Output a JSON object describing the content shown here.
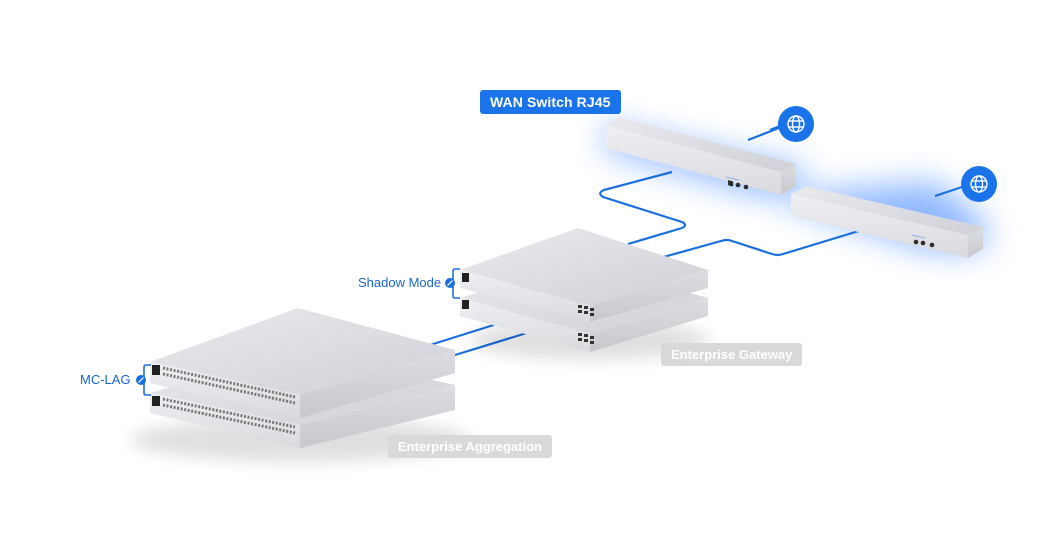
{
  "diagram": {
    "nodes": [
      {
        "id": "wan-switch-1",
        "label": "WAN Switch RJ45",
        "type": "wan-switch",
        "highlighted": true
      },
      {
        "id": "wan-switch-2",
        "label": "",
        "type": "wan-switch",
        "highlighted": true
      },
      {
        "id": "enterprise-gateway",
        "label": "Enterprise Gateway",
        "type": "gateway",
        "stacked": 2
      },
      {
        "id": "enterprise-aggregation",
        "label": "Enterprise Aggregation",
        "type": "aggregation-switch",
        "stacked": 2
      },
      {
        "id": "internet-1",
        "icon": "globe-icon"
      },
      {
        "id": "internet-2",
        "icon": "globe-icon"
      }
    ],
    "edges": [
      {
        "from": "internet-1",
        "to": "wan-switch-1"
      },
      {
        "from": "internet-2",
        "to": "wan-switch-2"
      },
      {
        "from": "wan-switch-1",
        "to": "enterprise-gateway"
      },
      {
        "from": "wan-switch-2",
        "to": "enterprise-gateway"
      },
      {
        "from": "enterprise-gateway",
        "to": "enterprise-aggregation"
      },
      {
        "from": "enterprise-gateway",
        "to": "enterprise-aggregation"
      }
    ],
    "annotations": {
      "shadow_mode": "Shadow Mode",
      "mc_lag": "MC-LAG"
    }
  },
  "labels": {
    "wan_switch": "WAN Switch RJ45",
    "gateway": "Enterprise Gateway",
    "aggregation": "Enterprise Aggregation",
    "shadow_mode": "Shadow Mode",
    "mc_lag": "MC-LAG"
  },
  "colors": {
    "accent": "#1a73e8",
    "link": "#1a6fe0",
    "device": "#dcdde2",
    "muted_label": "#d9d9db"
  }
}
